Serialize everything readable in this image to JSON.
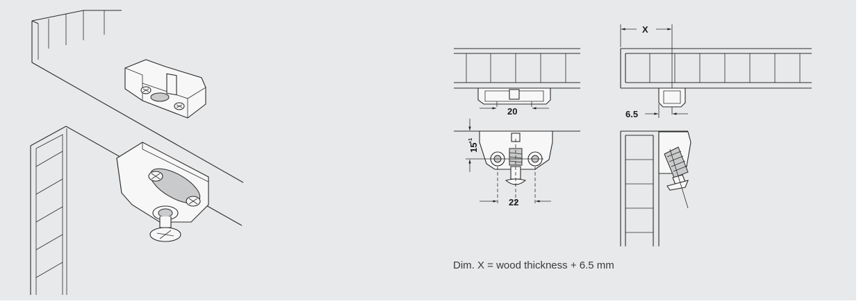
{
  "dimensions": {
    "width_20": "20",
    "width_22": "22",
    "height_15": "15",
    "height_15_tolerance": "+1",
    "offset_6_5": "6.5",
    "dim_x": "X"
  },
  "note": "Dim. X = wood thickness + 6.5 mm"
}
